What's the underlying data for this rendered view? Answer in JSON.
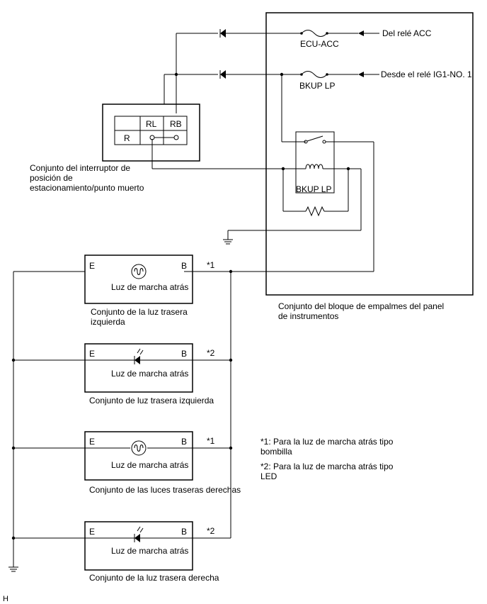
{
  "block": {
    "fuse1": "ECU-ACC",
    "fuse2": "BKUP LP",
    "relay": "BKUP LP",
    "caption": [
      "Conjunto del bloque de empalmes del panel",
      "de instrumentos"
    ]
  },
  "inputs": {
    "acc": "Del relé ACC",
    "ig1": "Desde el relé IG1-NO. 1"
  },
  "switch": {
    "col_rl": "RL",
    "col_rb": "RB",
    "row_r": "R",
    "caption": [
      "Conjunto del interruptor de",
      "posición de",
      "estacionamiento/punto muerto"
    ]
  },
  "lamps": [
    {
      "e": "E",
      "b": "B",
      "mark": "*1",
      "label": "Luz de marcha atrás",
      "caption": [
        "Conjunto de la luz trasera",
        "izquierda"
      ],
      "kind": "bulb"
    },
    {
      "e": "E",
      "b": "B",
      "mark": "*2",
      "label": "Luz de marcha atrás",
      "caption": [
        "Conjunto de luz trasera izquierda"
      ],
      "kind": "led"
    },
    {
      "e": "E",
      "b": "B",
      "mark": "*1",
      "label": "Luz de marcha atrás",
      "caption": [
        "Conjunto de las luces traseras derechas"
      ],
      "kind": "bulb"
    },
    {
      "e": "E",
      "b": "B",
      "mark": "*2",
      "label": "Luz de marcha atrás",
      "caption": [
        "Conjunto de la luz trasera derecha"
      ],
      "kind": "led"
    }
  ],
  "notes": [
    [
      "*1: Para la luz de marcha atrás tipo",
      "bombilla"
    ],
    [
      "*2: Para la luz de marcha atrás tipo",
      "LED"
    ]
  ],
  "corner": "H"
}
